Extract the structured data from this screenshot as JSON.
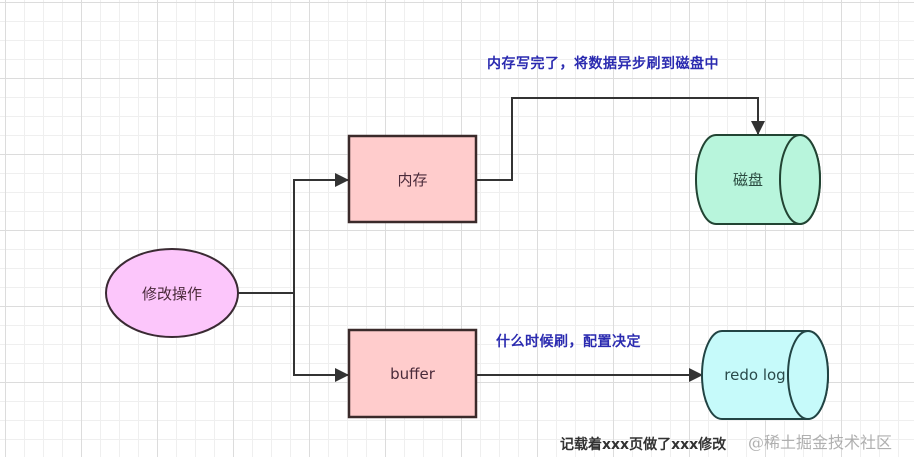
{
  "diagram": {
    "nodes": {
      "operation": {
        "label": "修改操作",
        "shape": "ellipse",
        "fill": "#fcc6fb"
      },
      "memory": {
        "label": "内存",
        "shape": "rectangle",
        "fill": "#ffcccc"
      },
      "buffer": {
        "label": "buffer",
        "shape": "rectangle",
        "fill": "#ffcccc"
      },
      "disk": {
        "label": "磁盘",
        "shape": "cylinder",
        "fill": "#b8f5dc"
      },
      "redo_log": {
        "label": "redo log",
        "shape": "cylinder",
        "fill": "#c6fafa"
      }
    },
    "edges": [
      {
        "from": "operation",
        "to": "memory",
        "label": ""
      },
      {
        "from": "operation",
        "to": "buffer",
        "label": ""
      },
      {
        "from": "memory",
        "to": "disk",
        "label": "内存写完了，将数据异步刷到磁盘中"
      },
      {
        "from": "buffer",
        "to": "redo_log",
        "label": "什么时候刷，配置决定"
      }
    ],
    "notes": {
      "redo_log_note": "记载着xxx页做了xxx修改"
    },
    "watermark": "@稀土掘金技术社区",
    "colors": {
      "edge_label": "#2b2bb0",
      "stroke": "#333333"
    }
  }
}
